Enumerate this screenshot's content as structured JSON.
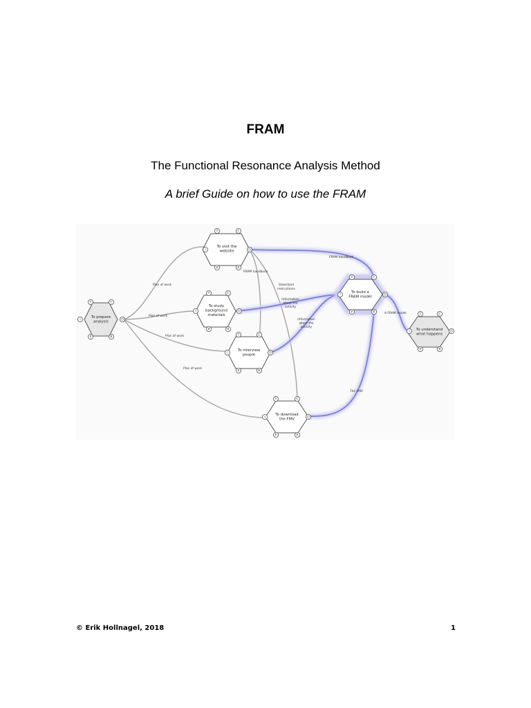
{
  "document": {
    "title": "FRAM",
    "subtitle": "The Functional Resonance Analysis Method",
    "guide_title": "A brief Guide on how to use the FRAM",
    "footer_copyright": "© Erik Hollnagel, 2018",
    "page_number": "1"
  },
  "diagram": {
    "aspect_letters": {
      "time": "T",
      "control": "C",
      "input": "I",
      "output": "O",
      "precondition": "P",
      "resource": "R"
    },
    "functions": {
      "prepare": {
        "line1": "To prepare",
        "line2": "analysis"
      },
      "visit": {
        "line1": "To visit the",
        "line2": "website"
      },
      "study": {
        "line1": "To study",
        "line2": "background",
        "line3": "materials"
      },
      "interview": {
        "line1": "To interview",
        "line2": "people"
      },
      "build": {
        "line1": "To build a",
        "line2": "FRAM model"
      },
      "download": {
        "line1": "To download",
        "line2": "the FMV"
      },
      "understand": {
        "line1": "To understand",
        "line2": "what happens"
      }
    },
    "links": {
      "plan1": "Plan of work",
      "plan2": "Plan of work",
      "plan3": "Plan of work",
      "plan4": "Plan of work",
      "handbook_top": "FRAM handbook",
      "handbook_mid": "FRAM handbook",
      "download_instr_1": "Download",
      "download_instr_2": "instructions",
      "info_act_a1": "Information",
      "info_act_a2": "about the",
      "info_act_a3": "activity",
      "info_act_b1": "Information",
      "info_act_b2": "about the",
      "info_act_b3": "activity",
      "fram_model": "A FRAM model",
      "fmv": "The FMV"
    },
    "colors": {
      "highlight": "#7d7fd6",
      "highlight_glow": "#c9caf2",
      "link": "#a3a3a3",
      "hex_fill": "#ffffff",
      "hex_fill_entry": "#e6e6e6"
    }
  }
}
